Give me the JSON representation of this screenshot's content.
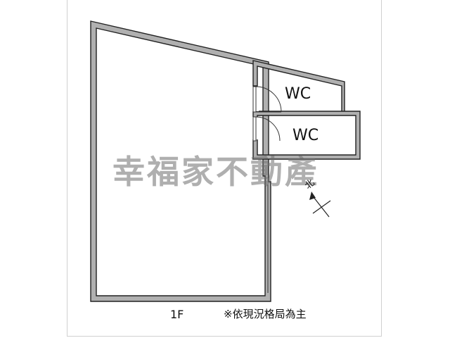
{
  "rooms": {
    "wc_upper": "WC",
    "wc_lower": "WC"
  },
  "watermark": "幸福家不動產",
  "compass": {
    "north_label": "北"
  },
  "floor_label": "1F",
  "note": "※依現況格局為主",
  "colors": {
    "wall_fill": "#b0b0b0",
    "wall_stroke": "#222222",
    "watermark": "#6e6e6e"
  }
}
